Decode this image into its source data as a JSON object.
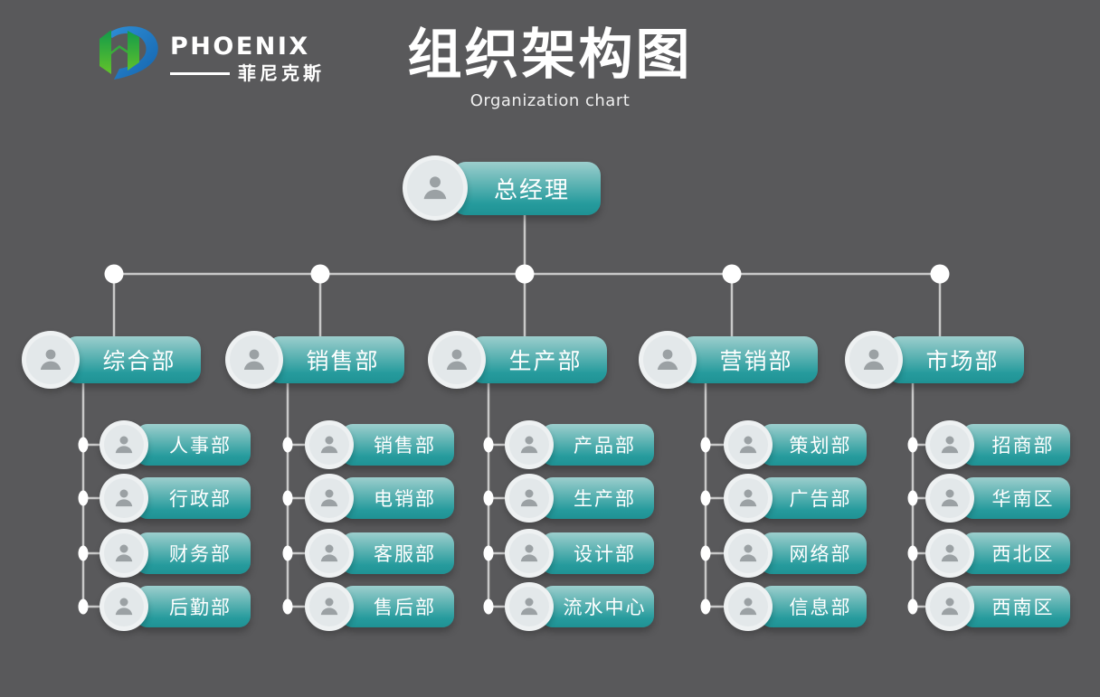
{
  "logo": {
    "brand": "PHOENIX",
    "brand_cn": "菲尼克斯"
  },
  "header": {
    "title": "组织架构图",
    "subtitle": "Organization chart"
  },
  "chart": {
    "root": {
      "label": "总经理"
    },
    "branches": [
      {
        "label": "综合部",
        "children": [
          "人事部",
          "行政部",
          "财务部",
          "后勤部"
        ]
      },
      {
        "label": "销售部",
        "children": [
          "销售部",
          "电销部",
          "客服部",
          "售后部"
        ]
      },
      {
        "label": "生产部",
        "children": [
          "产品部",
          "生产部",
          "设计部",
          "流水中心"
        ]
      },
      {
        "label": "营销部",
        "children": [
          "策划部",
          "广告部",
          "网络部",
          "信息部"
        ]
      },
      {
        "label": "市场部",
        "children": [
          "招商部",
          "华南区",
          "西北区",
          "西南区"
        ]
      }
    ]
  },
  "icons": {
    "node_avatar": "person-icon",
    "logo_mark": "phoenix-logo-icon"
  },
  "colors": {
    "background": "#59595b",
    "pill_teal_top": "#9ccecd",
    "pill_teal_bottom": "#1f9294",
    "connector": "#c9c9c9",
    "text": "#ffffff",
    "logo_green": "#3aae3c",
    "logo_blue": "#1e77c0",
    "avatar_person": "#9ba1a4"
  }
}
